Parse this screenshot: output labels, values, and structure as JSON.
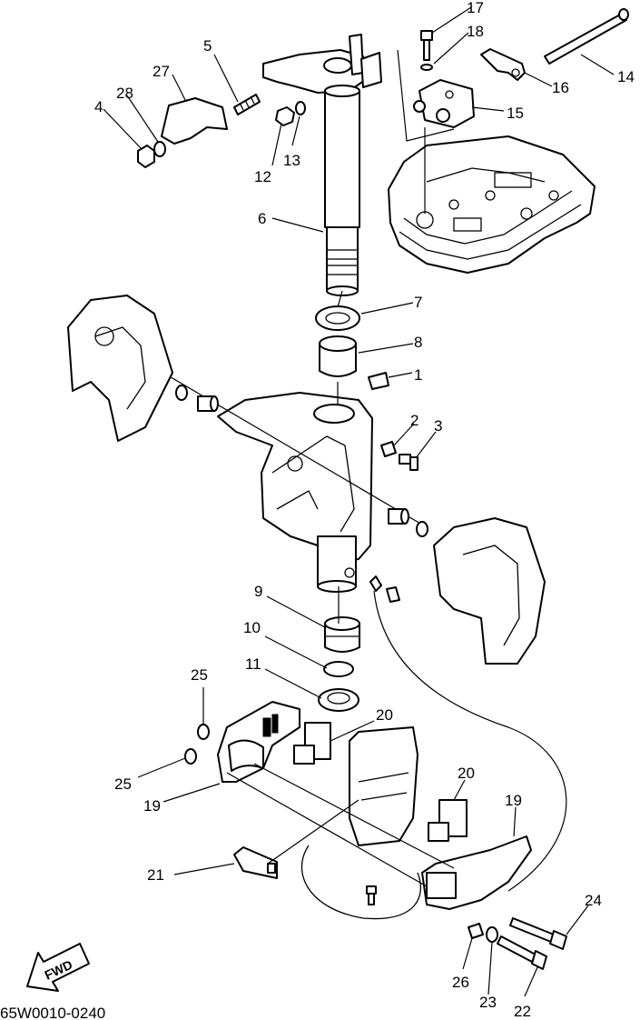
{
  "diagram": {
    "callouts": [
      "1",
      "2",
      "3",
      "4",
      "5",
      "6",
      "7",
      "8",
      "9",
      "10",
      "11",
      "12",
      "13",
      "14",
      "15",
      "16",
      "17",
      "18",
      "19",
      "20",
      "21",
      "22",
      "23",
      "24",
      "25",
      "26",
      "27",
      "28"
    ],
    "callout_19": "19",
    "callout_20": "20",
    "callout_25": "25",
    "fwd_label": "FWD",
    "drawing_code": "65W0010-0240"
  }
}
